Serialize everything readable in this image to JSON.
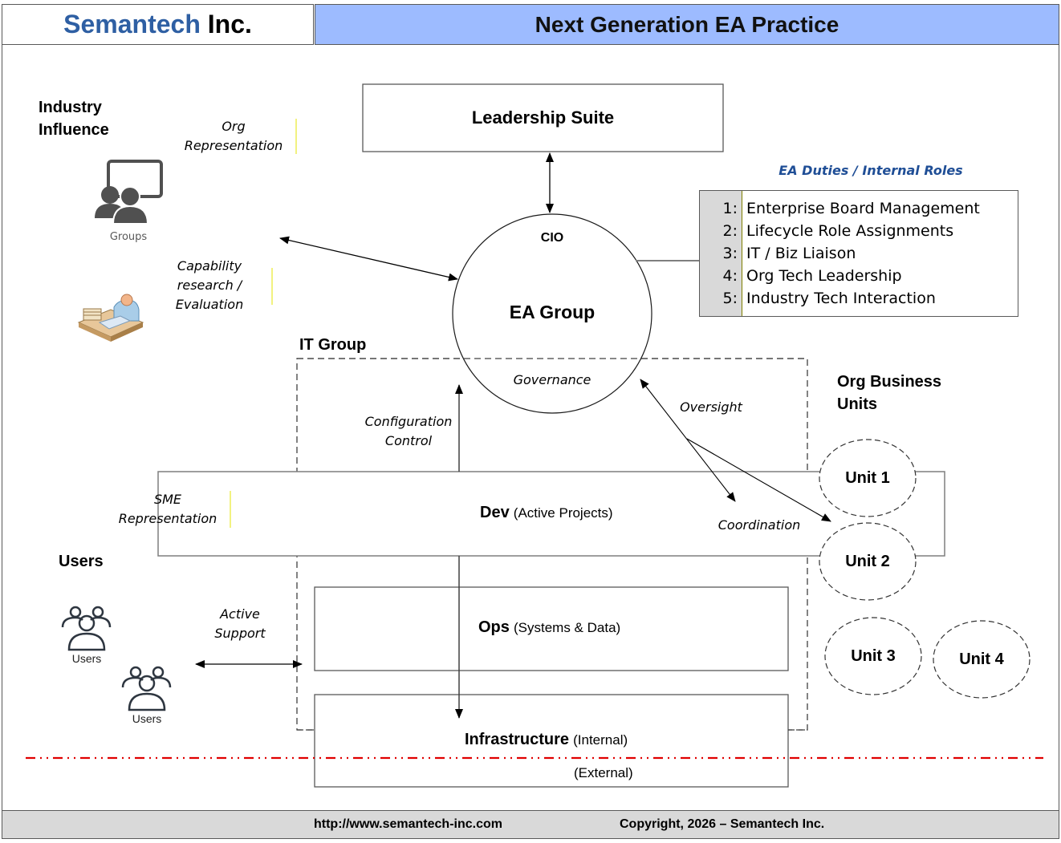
{
  "header": {
    "brand_part1": "Semantech",
    "brand_part2": "Inc.",
    "title": "Next Generation EA Practice"
  },
  "industry": {
    "heading_line1": "Industry",
    "heading_line2": "Influence",
    "groups_caption": "Groups",
    "org_rep_line1": "Org",
    "org_rep_line2": "Representation",
    "capability_line1": "Capability",
    "capability_line2": "research /",
    "capability_line3": "Evaluation"
  },
  "leadership": {
    "label": "Leadership Suite"
  },
  "ea_group": {
    "cio": "CIO",
    "label": "EA Group",
    "governance": "Governance"
  },
  "duties": {
    "title": "EA Duties / Internal Roles",
    "items": [
      {
        "num": "1:",
        "text": "Enterprise Board Management"
      },
      {
        "num": "2:",
        "text": "Lifecycle Role Assignments"
      },
      {
        "num": "3:",
        "text": "IT / Biz Liaison"
      },
      {
        "num": "4:",
        "text": "Org Tech Leadership"
      },
      {
        "num": "5:",
        "text": "Industry Tech Interaction"
      }
    ]
  },
  "it_group": {
    "label": "IT Group",
    "config_line1": "Configuration",
    "config_line2": "Control",
    "oversight": "Oversight",
    "coordination": "Coordination",
    "sme_line1": "SME",
    "sme_line2": "Representation",
    "dev_bold": "Dev",
    "dev_sub": "(Active Projects)",
    "ops_bold": "Ops",
    "ops_sub": "(Systems & Data)",
    "infra_bold": "Infrastructure",
    "infra_sub": "(Internal)",
    "external": "(External)"
  },
  "business_units": {
    "heading_line1": "Org Business",
    "heading_line2": "Units",
    "units": [
      "Unit 1",
      "Unit 2",
      "Unit 3",
      "Unit 4"
    ]
  },
  "users": {
    "heading": "Users",
    "caption1": "Users",
    "caption2": "Users",
    "support_line1": "Active",
    "support_line2": "Support"
  },
  "footer": {
    "url": "http://www.semantech-inc.com",
    "copyright": "Copyright, 2026 – Semantech Inc."
  },
  "colors": {
    "header_blue": "#9dbbff",
    "brand_blue": "#2e5fa3",
    "duties_title": "#1f4e96",
    "boundary_red": "#e00000",
    "footer_gray": "#d9d9d9"
  }
}
